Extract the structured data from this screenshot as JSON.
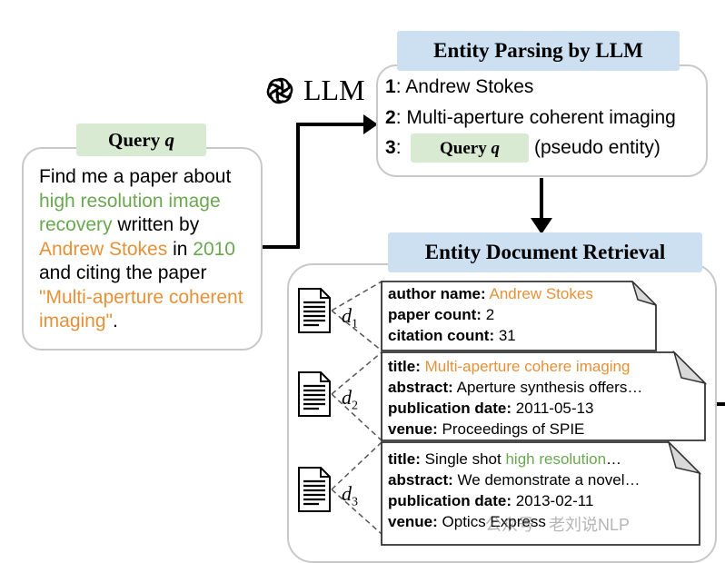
{
  "query": {
    "title": "Query",
    "title_var": "q",
    "seg1": "Find me a paper about ",
    "seg2_green": "high resolution image recovery",
    "seg3": " written by ",
    "seg4_orange": "Andrew Stokes",
    "seg5": " in ",
    "seg6_green": "2010",
    "seg7": " and citing the paper ",
    "seg8_orange": "\"Multi-aperture coherent imaging\"",
    "seg9": "."
  },
  "llm_label": "LLM",
  "parsing": {
    "title": "Entity Parsing by LLM",
    "items": [
      {
        "num": "1",
        "text": ": Andrew Stokes"
      },
      {
        "num": "2",
        "text": ": Multi-aperture coherent imaging"
      },
      {
        "num": "3",
        "text": ":"
      }
    ],
    "pseudo_tag": "Query",
    "pseudo_tag_var": "q",
    "pseudo_suffix": "(pseudo entity)"
  },
  "retrieval": {
    "title": "Entity Document Retrieval",
    "docs": [
      {
        "label": "d",
        "sub": "1",
        "lines": [
          {
            "key": "author name:",
            "value": "Andrew Stokes",
            "color": "orange"
          },
          {
            "key": "paper count:",
            "value": "2"
          },
          {
            "key": "citation count:",
            "value": "31"
          }
        ]
      },
      {
        "label": "d",
        "sub": "2",
        "lines": [
          {
            "key": "title:",
            "value": "Multi-aperture cohere imaging",
            "color": "orange"
          },
          {
            "key": "abstract:",
            "value": "Aperture synthesis offers…"
          },
          {
            "key": "publication date:",
            "value": "2011-05-13"
          },
          {
            "key": "venue:",
            "value": "Proceedings of SPIE"
          }
        ]
      },
      {
        "label": "d",
        "sub": "3",
        "lines": [
          {
            "key": "title:",
            "value_plain": "Single shot ",
            "value_green": "high resolution",
            "value_tail": "…"
          },
          {
            "key": "abstract:",
            "value": "We demonstrate a novel…"
          },
          {
            "key": "publication date:",
            "value": "2013-02-11"
          },
          {
            "key": "venue:",
            "value": "Optics Express"
          }
        ]
      }
    ]
  },
  "watermark": "公众号 · 老刘说NLP",
  "colors": {
    "green": "#6aa84f",
    "orange": "#e69138",
    "tag_blue": "#cce0f1",
    "tag_green": "#d9ead3",
    "border": "#c8c8c8"
  }
}
